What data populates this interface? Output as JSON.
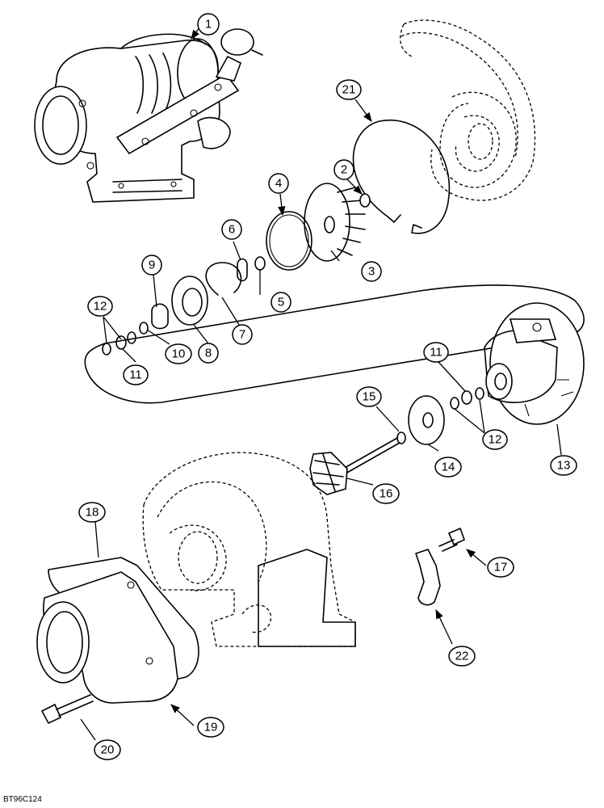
{
  "drawing_code": "BT96C124",
  "callouts": [
    "1",
    "2",
    "3",
    "4",
    "5",
    "6",
    "7",
    "8",
    "9",
    "10",
    "11",
    "11",
    "12",
    "12",
    "13",
    "14",
    "15",
    "16",
    "17",
    "18",
    "19",
    "20",
    "21",
    "22"
  ]
}
